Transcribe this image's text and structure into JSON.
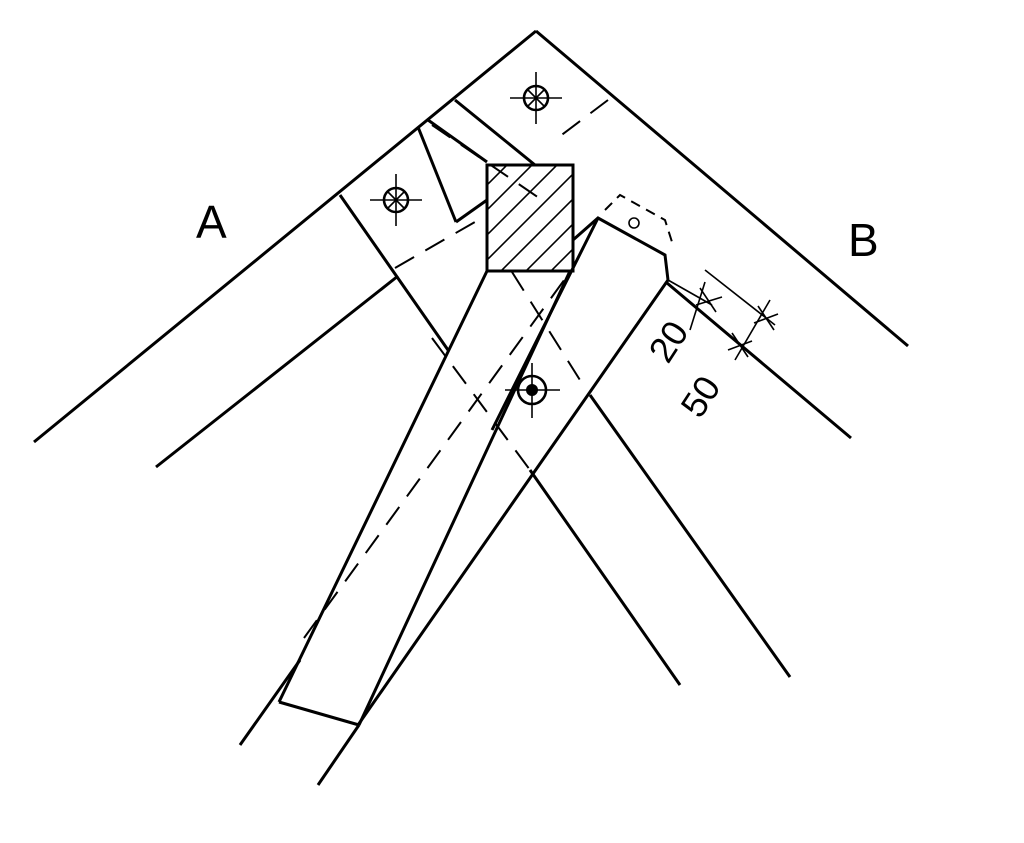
{
  "labels": {
    "left_member": "A",
    "right_member": "B"
  },
  "dimensions": {
    "inner": "20",
    "outer": "50"
  },
  "icons": {
    "bolt_symbol": "crossed-circle-icon",
    "pin_symbol": "filled-dot-icon"
  },
  "colors": {
    "line": "#000000",
    "background": "#ffffff"
  }
}
